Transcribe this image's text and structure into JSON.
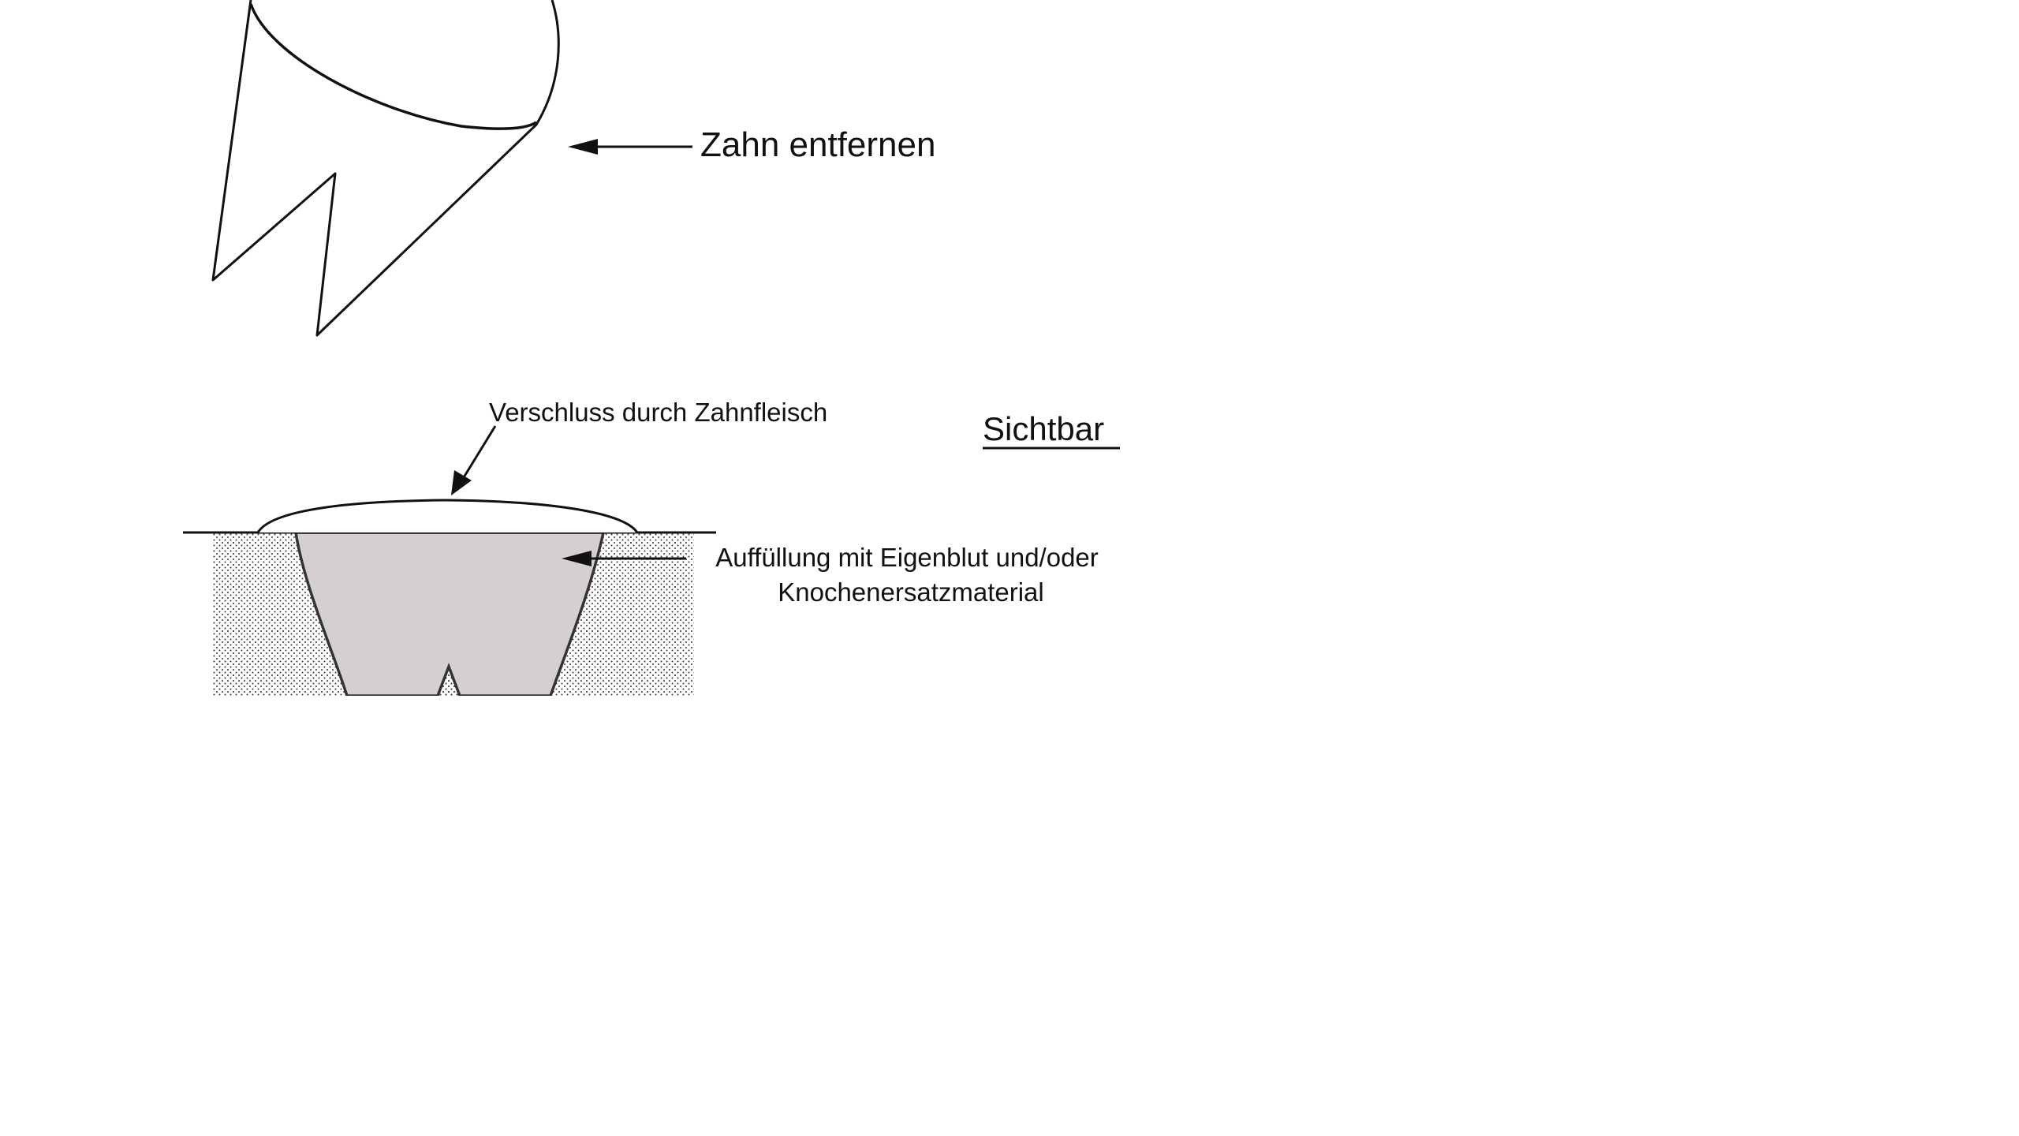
{
  "labels": {
    "remove_tooth": "Zahn entfernen",
    "closure": "Verschluss durch Zahnfleisch",
    "visible": "Sichtbar",
    "filling_line1": "Auffüllung mit Eigenblut und/oder",
    "filling_line2": "Knochenersatzmaterial"
  },
  "colors": {
    "outline": "#111111",
    "filling": "#d6cfd0",
    "bone_dots": "#333333",
    "background": "#ffffff"
  }
}
